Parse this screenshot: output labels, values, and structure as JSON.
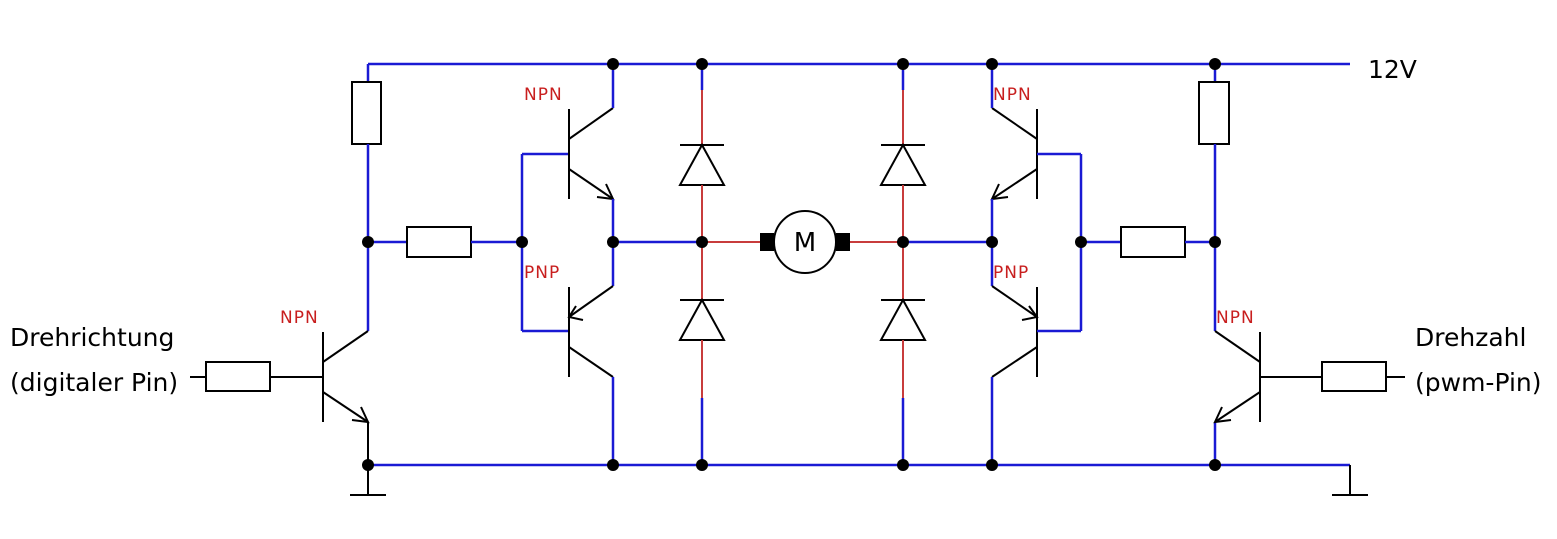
{
  "supply": {
    "label": "12V"
  },
  "inputs": {
    "left": {
      "line1": "Drehrichtung",
      "line2": "(digitaler Pin)"
    },
    "right": {
      "line1": "Drehzahl",
      "line2": "(pwm-Pin)"
    }
  },
  "motor": {
    "label": "M"
  },
  "transistors": {
    "left_driver": "NPN",
    "left_high": "NPN",
    "left_low": "PNP",
    "right_high": "NPN",
    "right_low": "PNP",
    "right_driver": "NPN"
  },
  "colors": {
    "wire": "#1a1ad4",
    "diode_wire": "#c83c3c",
    "component": "#000000",
    "transistor_label": "#c81e1e"
  }
}
